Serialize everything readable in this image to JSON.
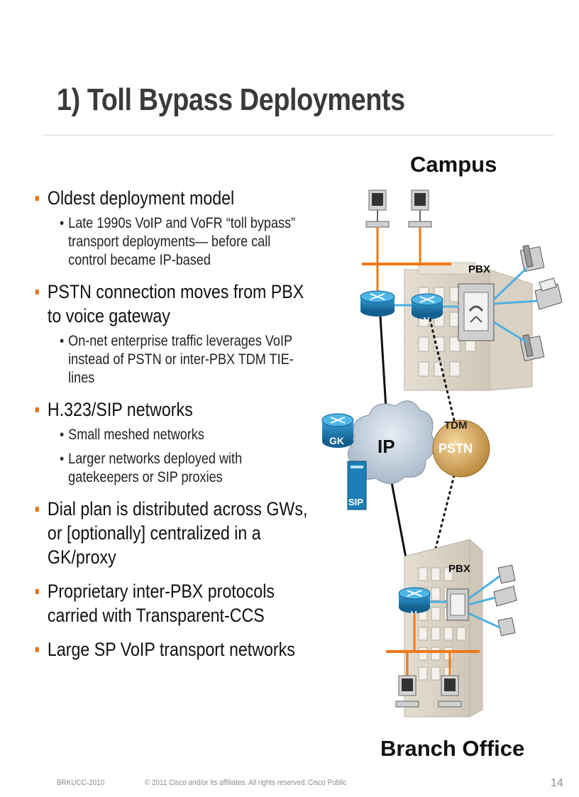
{
  "slide": {
    "title": "1)  Toll Bypass Deployments",
    "bullets": [
      {
        "text": "Oldest deployment model",
        "subs": [
          "Late 1990s VoIP and VoFR “toll bypass” transport deployments— before call control became IP-based"
        ]
      },
      {
        "text": "PSTN connection moves from PBX to voice gateway",
        "subs": [
          "On-net enterprise traffic leverages VoIP instead of PSTN or inter-PBX TDM TIE-lines"
        ]
      },
      {
        "text": "H.323/SIP networks",
        "subs": [
          "Small meshed networks",
          "Larger networks deployed with gatekeepers or SIP proxies"
        ]
      },
      {
        "text": "Dial plan is distributed across GWs, or [optionally] centralized in a GK/proxy",
        "subs": []
      },
      {
        "text": "Proprietary inter-PBX protocols carried with Transparent-CCS",
        "subs": []
      },
      {
        "text": "Large SP VoIP transport networks",
        "subs": []
      }
    ]
  },
  "diagram": {
    "campus_label": "Campus",
    "branch_label": "Branch Office",
    "campus_pbx_label": "PBX",
    "branch_pbx_label": "PBX",
    "ip_cloud_label": "IP",
    "tdm_label": "TDM",
    "pstn_label": "PSTN",
    "gk_label": "GK",
    "sip_label": "SIP",
    "gateway_v_label": "V"
  },
  "footer": {
    "session_code": "BRKUCC-2010",
    "copyright": "© 2011 Cisco and/or its affiliates. All rights reserved.",
    "classification": "Cisco Public",
    "page_number": "14"
  },
  "colors": {
    "bullet_accent": "#e8761a",
    "router_blue": "#1e7fb6",
    "lan_orange": "#f07818",
    "link_blue": "#4fb0e0"
  }
}
